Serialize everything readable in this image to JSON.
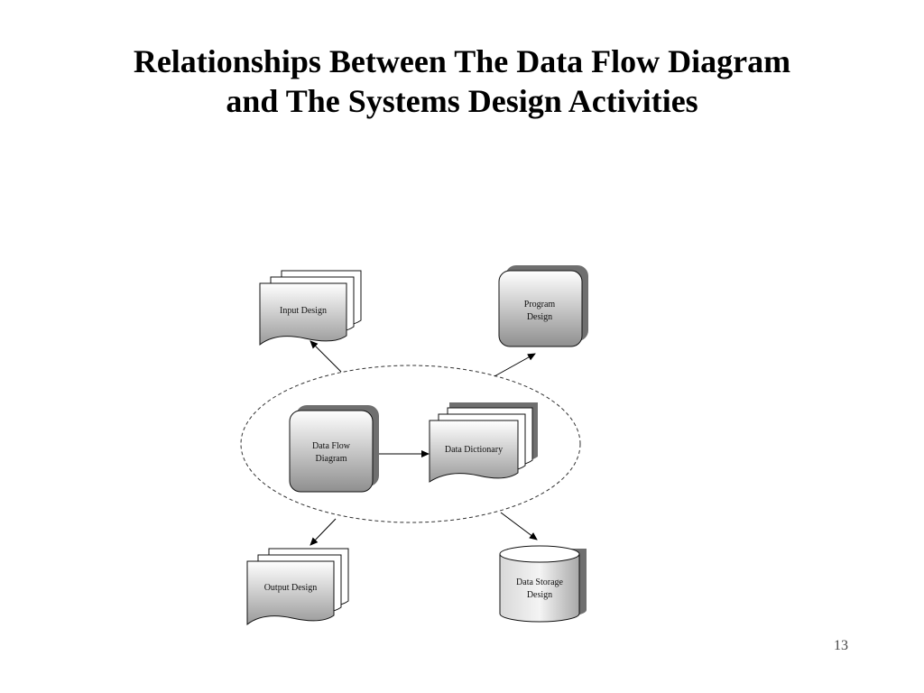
{
  "slide": {
    "title_line1": "Relationships Between The Data Flow Diagram",
    "title_line2": "and The Systems Design Activities",
    "page_number": "13"
  },
  "diagram": {
    "nodes": {
      "input_design": "Input Design",
      "program_design_line1": "Program",
      "program_design_line2": "Design",
      "data_flow_diagram_line1": "Data Flow",
      "data_flow_diagram_line2": "Diagram",
      "data_dictionary": "Data Dictionary",
      "output_design": "Output Design",
      "data_storage_design_line1": "Data Storage",
      "data_storage_design_line2": "Design"
    }
  }
}
